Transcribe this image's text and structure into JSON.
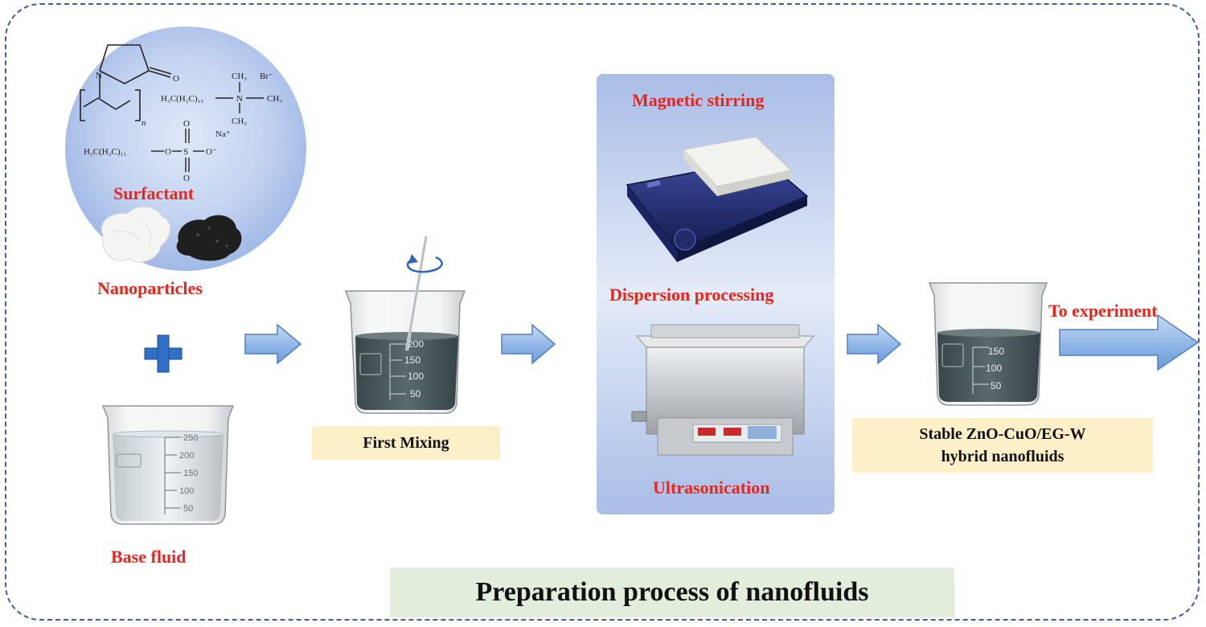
{
  "title": "Preparation process of nanofluids",
  "labels": {
    "surfactant": "Surfactant",
    "nanoparticles": "Nanoparticles",
    "base_fluid": "Base fluid",
    "first_mixing": "First Mixing",
    "magnetic_stirring": "Magnetic stirring",
    "dispersion_processing": "Dispersion processing",
    "ultrasonication": "Ultrasonication",
    "stable_line1": "Stable ZnO-CuO/EG-W",
    "stable_line2": "hybrid nanofluids",
    "to_experiment": "To experiment"
  },
  "chem_text": {
    "ctab_formula": "H₃C(H₂C)₁₅",
    "ctab_n": "N",
    "ctab_ch3_top": "CH₃",
    "ctab_ch3_right": "CH₃",
    "ctab_ch3_bottom": "CH₃",
    "ctab_br": "Br⁻",
    "sds_formula": "H₃C(H₂C)₁₁",
    "sds_o1": "O",
    "sds_s": "S",
    "sds_o_top": "O",
    "sds_o_bottom": "O",
    "sds_o_minus": "O⁻",
    "sds_na": "Na⁺",
    "pvp_n": "N",
    "pvp_o": "O",
    "pvp_sub": "n"
  },
  "beaker_marks": {
    "base_fluid": [
      "250",
      "200",
      "150",
      "100",
      "50"
    ],
    "first_mixing": [
      "200",
      "150",
      "100",
      "50"
    ],
    "stable": [
      "150",
      "100",
      "50"
    ]
  },
  "colors": {
    "label_red": "#e8261d",
    "box_fill": "#fdf0c8",
    "title_fill": "#e2eedb",
    "arrow_fill": "#9cc0ea",
    "arrow_stroke": "#4f7fc2",
    "plus": "#2f6fc4",
    "frame": "#3f5f8f",
    "fluid_dark": "#4b5a5c"
  }
}
